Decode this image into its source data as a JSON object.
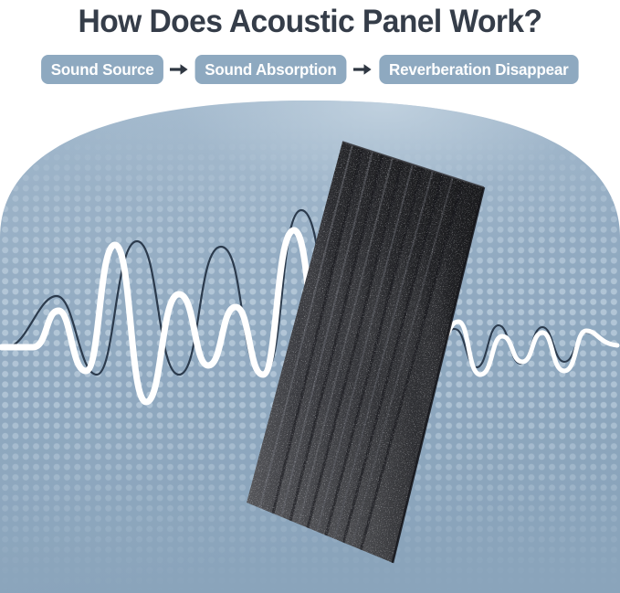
{
  "header": {
    "title": "How Does Acoustic Panel Work?",
    "title_color": "#353d49",
    "steps": [
      {
        "label": "Sound Source"
      },
      {
        "label": "Sound Absorption"
      },
      {
        "label": "Reverberation Disappear"
      }
    ],
    "separator_icon": "arrow-right-icon",
    "badge_bg": "#8ea9c0",
    "badge_text_color": "#ffffff",
    "arrow_color": "#2f3742"
  },
  "illustration": {
    "alt": "Acoustic foam wedge panel absorbing a sound wave",
    "background_shape": "rounded-dome",
    "background_top_color": "#9db5c9",
    "background_bottom_color": "#8ea7bd",
    "dot_pattern_color": "#c3d4e2",
    "incoming_wave": {
      "name": "sound-source-waveform",
      "color": "#ffffff",
      "stroke_width": 7,
      "description": "high amplitude sound wave before the panel"
    },
    "incoming_wave_secondary": {
      "name": "sound-source-waveform-thin",
      "color": "#2b3a4c",
      "stroke_width": 2.2
    },
    "outgoing_wave": {
      "name": "reverberation-waveform",
      "color": "#ffffff",
      "stroke_width": 5,
      "description": "low amplitude damped wave after the panel"
    },
    "outgoing_wave_secondary": {
      "name": "reverberation-waveform-thin",
      "color": "#2b3a4c",
      "stroke_width": 2
    },
    "panel": {
      "name": "acoustic-foam-panel",
      "base_color": "#2e2f33",
      "groove_count": 7,
      "speckle_color": "#c9c9c9",
      "rotation_deg": 18
    }
  }
}
